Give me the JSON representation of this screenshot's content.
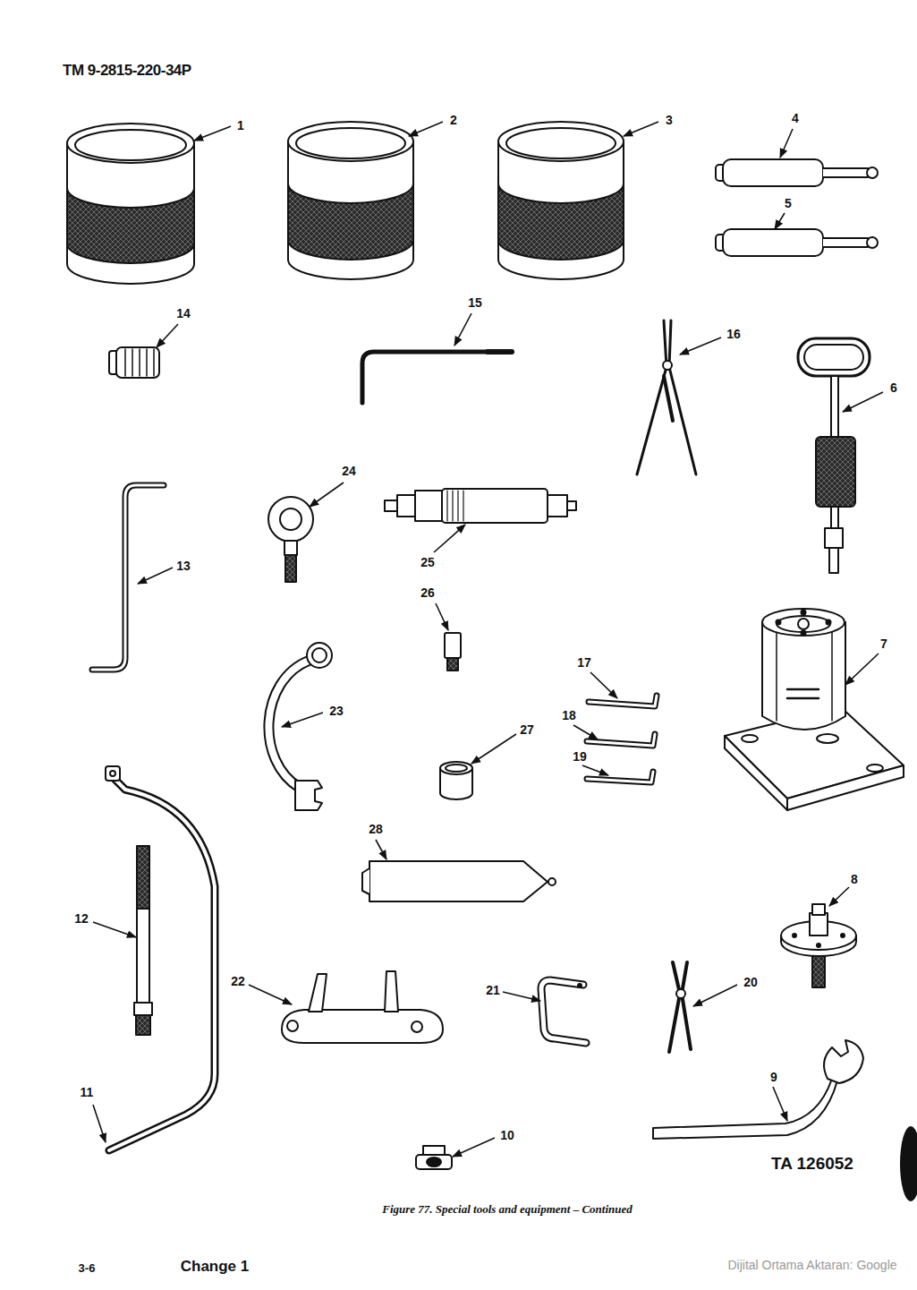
{
  "diagram": {
    "title": "TM 9-2815-220-34P",
    "caption": "Figure 77. Special tools and equipment – Continued",
    "labels": [
      "1",
      "2",
      "3",
      "4",
      "5",
      "14",
      "15",
      "16",
      "6",
      "24",
      "13",
      "25",
      "26",
      "23",
      "27",
      "17",
      "18",
      "19",
      "7",
      "28",
      "8",
      "12",
      "22",
      "21",
      "20",
      "9",
      "11",
      "10",
      "TA 126052",
      "3-6",
      "Change 1",
      "Dijital Ortama Aktaran: Google"
    ]
  }
}
